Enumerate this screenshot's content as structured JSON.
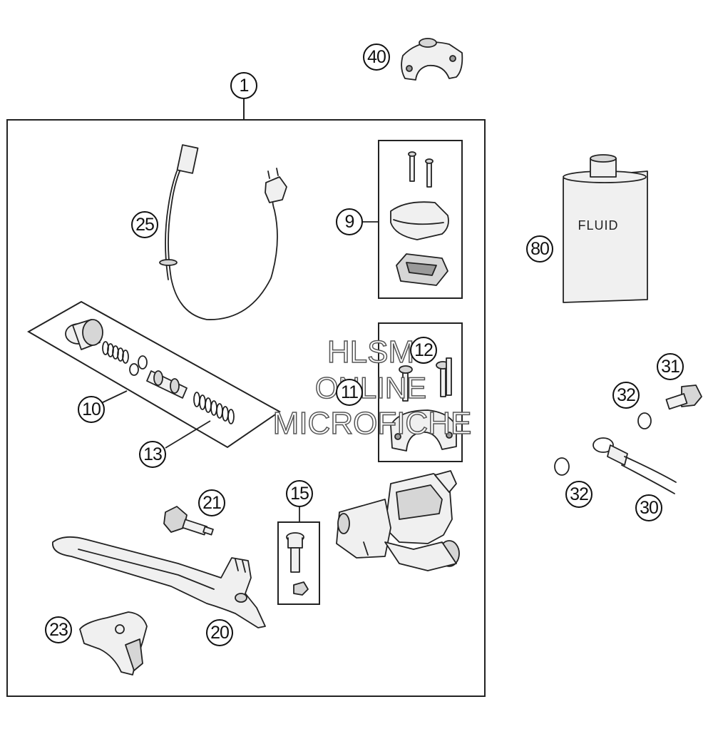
{
  "callouts": {
    "c1": "1",
    "c9": "9",
    "c10": "10",
    "c11": "11",
    "c12": "12",
    "c13": "13",
    "c15": "15",
    "c20": "20",
    "c21": "21",
    "c23": "23",
    "c25": "25",
    "c30": "30",
    "c31": "31",
    "c32a": "32",
    "c32b": "32",
    "c40": "40",
    "c80": "80"
  },
  "fluid_bottle_label": "FLUID",
  "watermark": {
    "line1": "HLSM",
    "line2": "ONLINE",
    "line3": "MICROFICHE"
  }
}
